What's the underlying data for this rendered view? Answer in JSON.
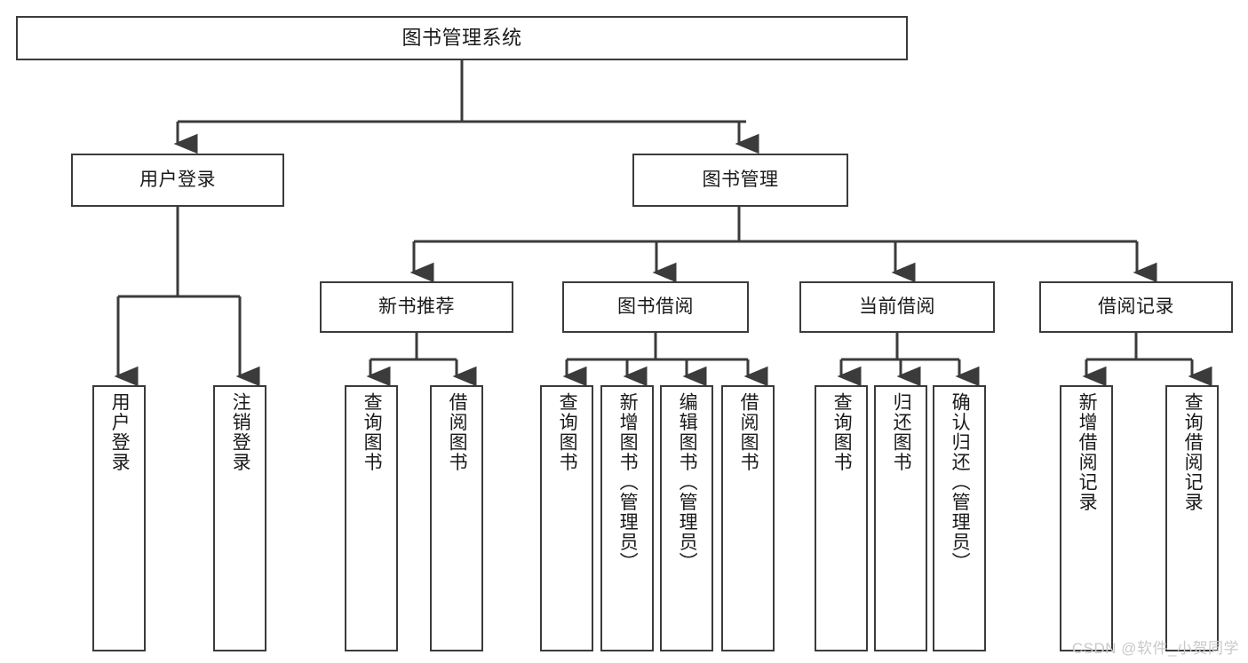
{
  "diagram": {
    "title": "图书管理系统",
    "type": "tree-hierarchy",
    "orientation": "top-down",
    "stroke_color": "#3b3b3b",
    "text_color": "#1a1a1a",
    "background_color": "#ffffff"
  },
  "nodes": {
    "root": {
      "label": "图书管理系统"
    },
    "level2": [
      {
        "label": "用户登录"
      },
      {
        "label": "图书管理"
      }
    ],
    "level3": [
      {
        "label": "新书推荐"
      },
      {
        "label": "图书借阅"
      },
      {
        "label": "当前借阅"
      },
      {
        "label": "借阅记录"
      }
    ],
    "leaves": {
      "user_login": [
        {
          "label": "用户登录"
        },
        {
          "label": "注销登录"
        }
      ],
      "new_book_recommend": [
        {
          "label": "查询图书"
        },
        {
          "label": "借阅图书"
        }
      ],
      "book_borrow": [
        {
          "label": "查询图书"
        },
        {
          "label": "新增图书（管理员）"
        },
        {
          "label": "编辑图书（管理员）"
        },
        {
          "label": "借阅图书"
        }
      ],
      "current_borrow": [
        {
          "label": "查询图书"
        },
        {
          "label": "归还图书"
        },
        {
          "label": "确认归还（管理员）"
        }
      ],
      "borrow_record": [
        {
          "label": "新增借阅记录"
        },
        {
          "label": "查询借阅记录"
        }
      ]
    }
  },
  "watermark": {
    "text": "CSDN @软件_小贺同学"
  }
}
